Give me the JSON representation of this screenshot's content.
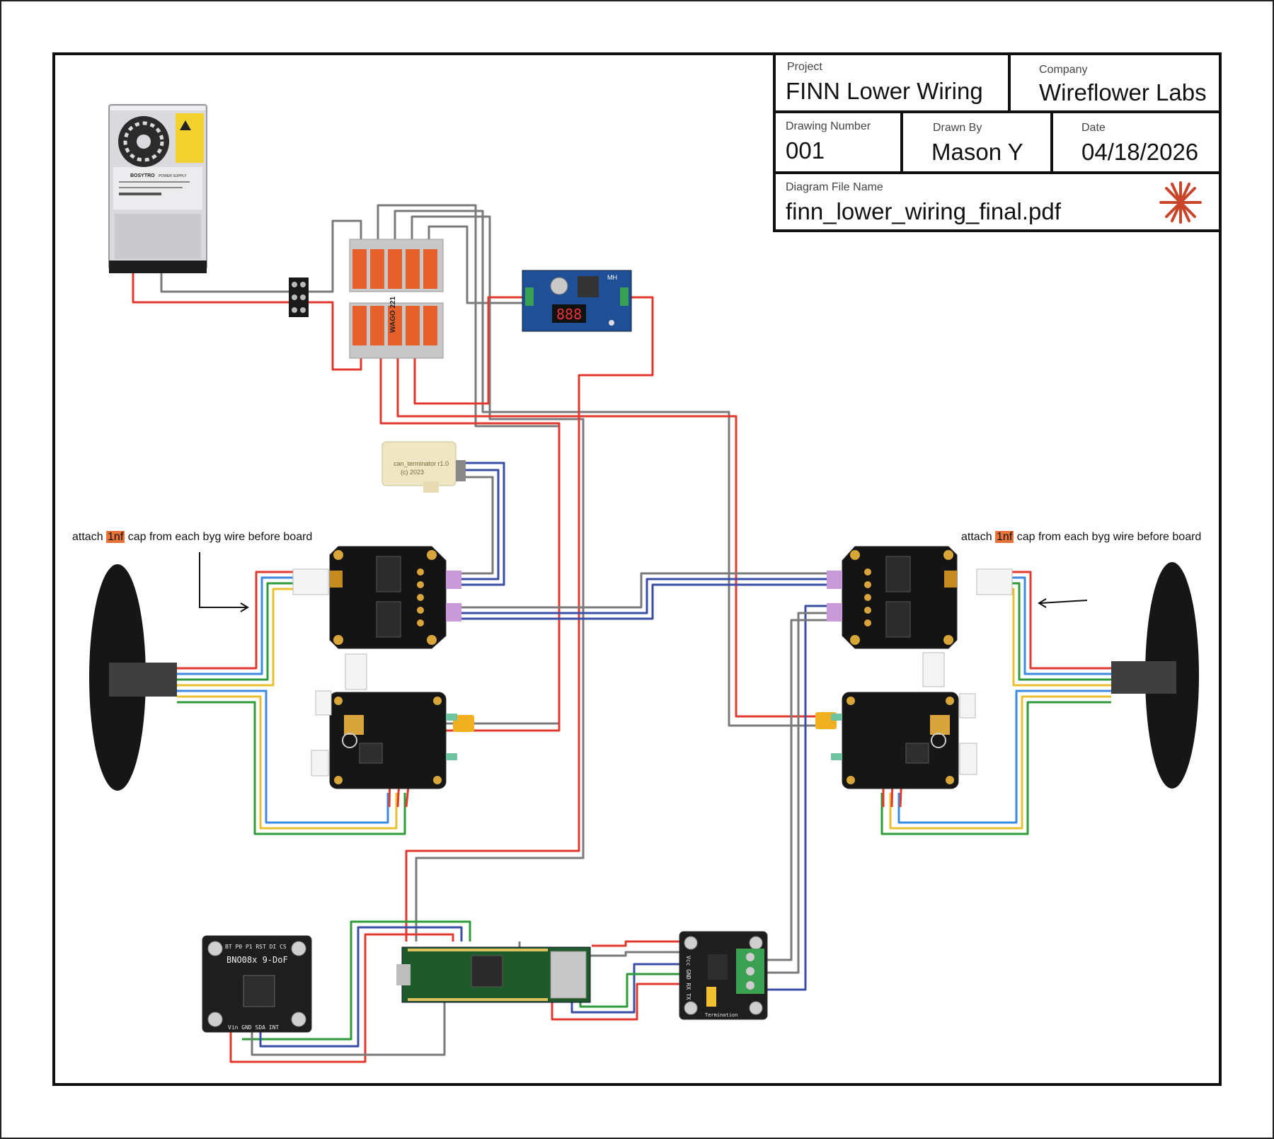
{
  "title_block": {
    "project_label": "Project",
    "project_value": "FINN Lower Wiring",
    "company_label": "Company",
    "company_value": "Wireflower Labs",
    "drawing_number_label": "Drawing Number",
    "drawing_number_value": "001",
    "drawn_by_label": "Drawn By",
    "drawn_by_value": "Mason Y",
    "date_label": "Date",
    "date_value": "04/18/2026",
    "file_name_label": "Diagram File Name",
    "file_name_value": "finn_lower_wiring_final.pdf"
  },
  "notes": {
    "left_pre": "attach ",
    "left_hl": "1nf",
    "left_post": " cap from each byg wire before board",
    "right_pre": "attach ",
    "right_hl": "1nf",
    "right_post": " cap from each byg wire before board"
  },
  "components": {
    "psu_brand": "BOSYTRO",
    "psu_text": "POWER SUPPLY",
    "wago_text": "WAGO 221",
    "buck_display": "888",
    "buck_badge": "MH",
    "terminator_text": "can_terminator r1.0",
    "terminator_year": "(c) 2023",
    "imu_name": "BNO08x 9-DoF",
    "imu_pins_top": "BT P0 P1 RST DI CS",
    "imu_pins_bottom": "Vin GND SDA INT",
    "can_pins": "Vcc GND RX TX",
    "can_termination": "Termination"
  },
  "colors": {
    "power_red": "#e03a2f",
    "ground_gray": "#7a7a7a",
    "can_blue": "#3b4ea3",
    "signal_green": "#2f9a3a",
    "signal_yellow": "#e8c030",
    "signal_blue_light": "#3b8be0",
    "highlight_orange": "#e8743b",
    "logo_orange": "#c9452a"
  }
}
